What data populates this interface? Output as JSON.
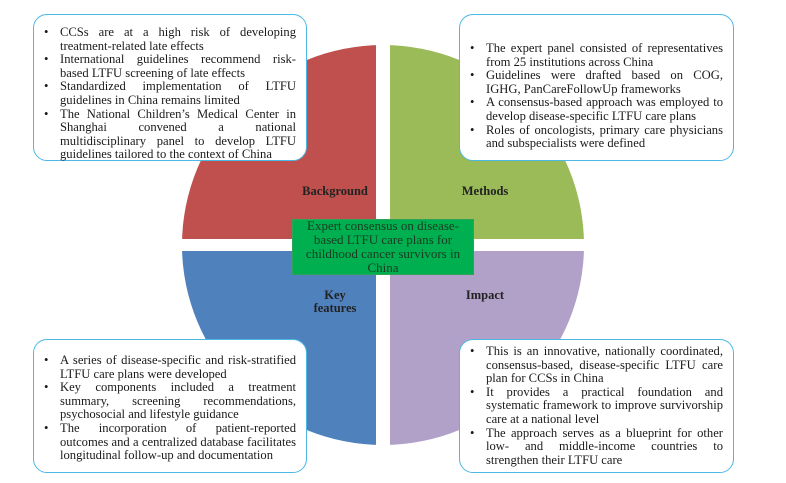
{
  "title": "Expert consensus on disease-based LTFU care plans for childhood cancer survivors in China",
  "colors": {
    "background": "#c0504d",
    "methods": "#9bbb59",
    "key_features": "#4f81bd",
    "impact": "#b1a0c7",
    "center": "#00b050",
    "card_border": "#4cb8e6"
  },
  "quadrants": {
    "background": {
      "label": "Background"
    },
    "methods": {
      "label": "Methods"
    },
    "key_features": {
      "label_line1": "Key",
      "label_line2": "features"
    },
    "impact": {
      "label": "Impact"
    }
  },
  "cards": {
    "background": [
      "CCSs are at a high risk of developing treatment-related late effects",
      "International guidelines recommend risk-based LTFU screening of late effects",
      "Standardized implementation of LTFU guidelines in China remains limited",
      "The National Children’s Medical Center in Shanghai convened a national multidisciplinary panel to develop LTFU guidelines tailored to the context of China"
    ],
    "methods": [
      "The expert panel consisted of representatives from 25 institutions across China",
      "Guidelines were drafted based on COG, IGHG, PanCareFollowUp frameworks",
      "A consensus-based approach was employed to develop disease-specific LTFU care plans",
      "Roles of oncologists, primary care physicians and subspecialists were defined"
    ],
    "key_features": [
      "A series of disease-specific and risk-stratified LTFU care plans were developed",
      "Key components included a treatment summary, screening recommendations, psychosocial and lifestyle guidance",
      "The incorporation of patient-reported outcomes and a centralized database facilitates longitudinal follow-up and documentation"
    ],
    "impact": [
      "This is an innovative, nationally coordinated, consensus-based, disease-specific LTFU care plan for CCSs in China",
      "It provides a practical foundation and systematic framework to improve survivorship care at a national level",
      "The approach serves as a blueprint for other low- and middle-income countries to strengthen their LTFU care"
    ]
  }
}
